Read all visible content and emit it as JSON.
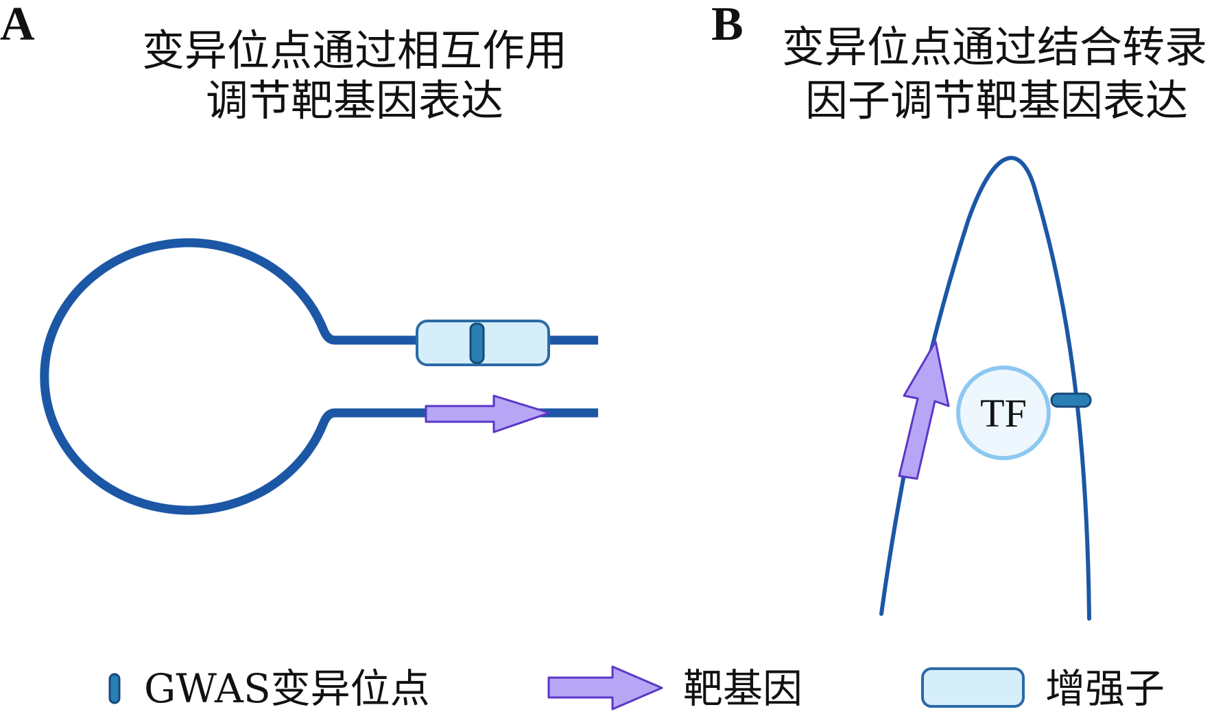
{
  "panels": {
    "a": {
      "letter": "A",
      "title_line1": "变异位点通过相互作用",
      "title_line2": "调节靶基因表达"
    },
    "b": {
      "letter": "B",
      "title_line1": "变异位点通过结合转录",
      "title_line2": "因子调节靶基因表达",
      "tf_label": "TF"
    }
  },
  "legend": {
    "variant_label": "GWAS变异位点",
    "gene_label": "靶基因",
    "enhancer_label": "增强子"
  },
  "colors": {
    "dna_strand": "#1c57a6",
    "enhancer_fill": "#d6eefa",
    "enhancer_stroke": "#2a6aa6",
    "variant_fill": "#2a7fb4",
    "variant_stroke": "#164a7a",
    "gene_arrow_fill": "#b6a6f5",
    "gene_arrow_stroke": "#5b36c6",
    "tf_fill": "#eef7fd",
    "tf_stroke": "#8cc8f0"
  },
  "icons": {
    "variant": "variant-marker-icon",
    "gene": "gene-arrow-icon",
    "enhancer": "enhancer-box-icon"
  }
}
